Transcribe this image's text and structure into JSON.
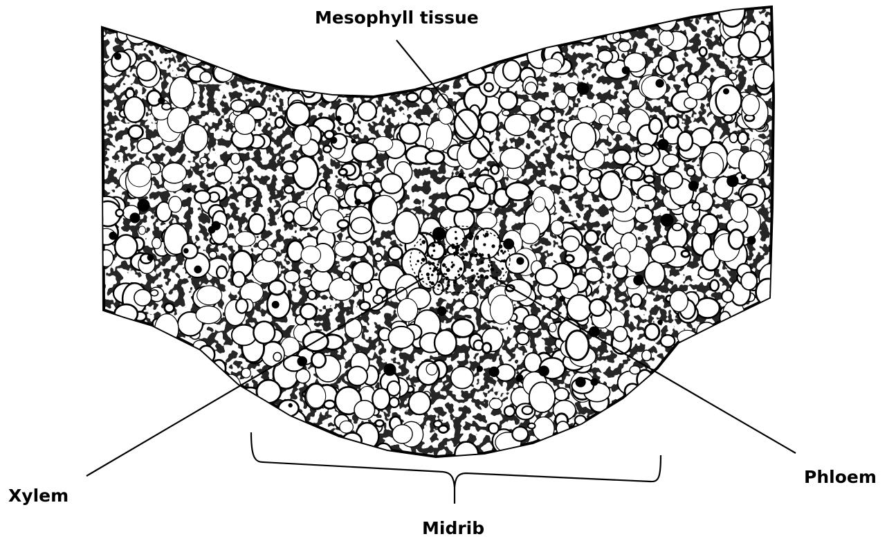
{
  "diagram": {
    "labels": {
      "mesophyll": "Mesophyll tissue",
      "xylem": "Xylem",
      "phloem": "Phloem",
      "midrib": "Midrib"
    },
    "colors": {
      "ink": "#000000",
      "paper": "#ffffff"
    }
  }
}
